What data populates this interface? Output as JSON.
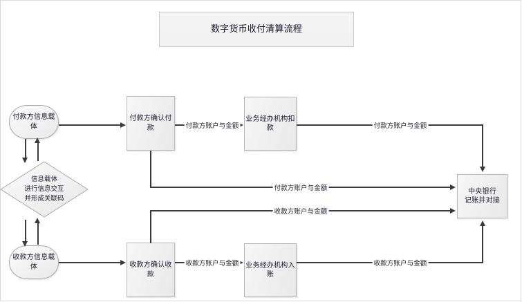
{
  "diagram": {
    "title": "数字货币收付清算流程",
    "type": "flowchart",
    "nodes": {
      "payer_carrier": {
        "label": "付款方信息载体",
        "shape": "terminator"
      },
      "payee_carrier": {
        "label": "收款方信息载体",
        "shape": "terminator"
      },
      "exchange_decision": {
        "shape": "decision",
        "line1": "信息载体",
        "line2": "进行信息交互",
        "line3": "并形成关联码"
      },
      "payer_confirm": {
        "label": "付款方确认付款",
        "shape": "process"
      },
      "payee_confirm": {
        "label": "收款方确认收款",
        "shape": "process"
      },
      "agency_debit": {
        "label": "业务经办机构扣款",
        "shape": "process"
      },
      "agency_credit": {
        "label": "业务经办机构入账",
        "shape": "process"
      },
      "central_bank": {
        "shape": "process",
        "line1": "中央银行",
        "line2": "记账并对接"
      }
    },
    "edge_labels": {
      "payer_acct_amount_1": "付款方账户与金额",
      "payer_acct_amount_2": "付款方账户与金额",
      "payer_acct_amount_3": "付款方账户与金额",
      "payee_acct_amount_1": "收款方账户与金额",
      "payee_acct_amount_2": "收款方账户与金额",
      "payee_acct_amount_3": "收款方账户与金额"
    },
    "colors": {
      "line": "#3a3a3a",
      "node_fill": "#f1f1f1",
      "node_border": "#b9b9b9",
      "text": "#1a1a2e",
      "background": "#ffffff"
    }
  }
}
